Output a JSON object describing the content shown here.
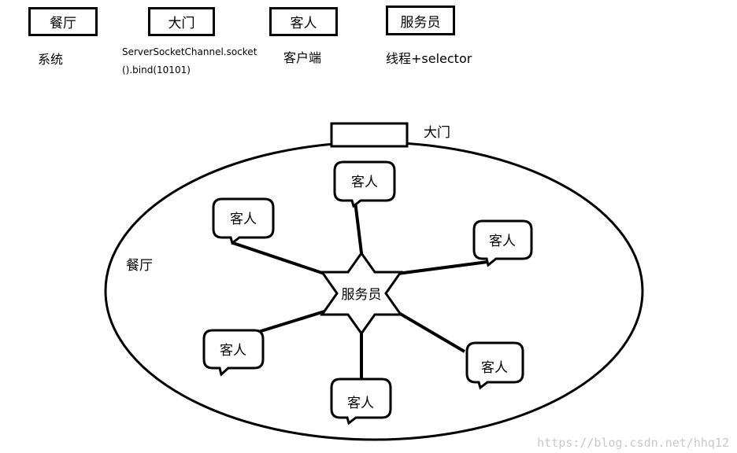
{
  "legend": [
    {
      "label": "餐厅",
      "description": "系统"
    },
    {
      "label": "大门",
      "description_line1": "ServerSocketChannel.socket",
      "description_line2": "().bind(10101)"
    },
    {
      "label": "客人",
      "description": "客户端"
    },
    {
      "label": "服务员",
      "description": "线程+selector"
    }
  ],
  "diagram": {
    "restaurant_label": "餐厅",
    "door_label": "大门",
    "waiter_label": "服务员",
    "guest_label": "客人"
  },
  "watermark": "https://blog.csdn.net/hhq12",
  "colors": {
    "stroke": "#000000",
    "background": "#ffffff",
    "watermark": "#c8c8c8"
  }
}
